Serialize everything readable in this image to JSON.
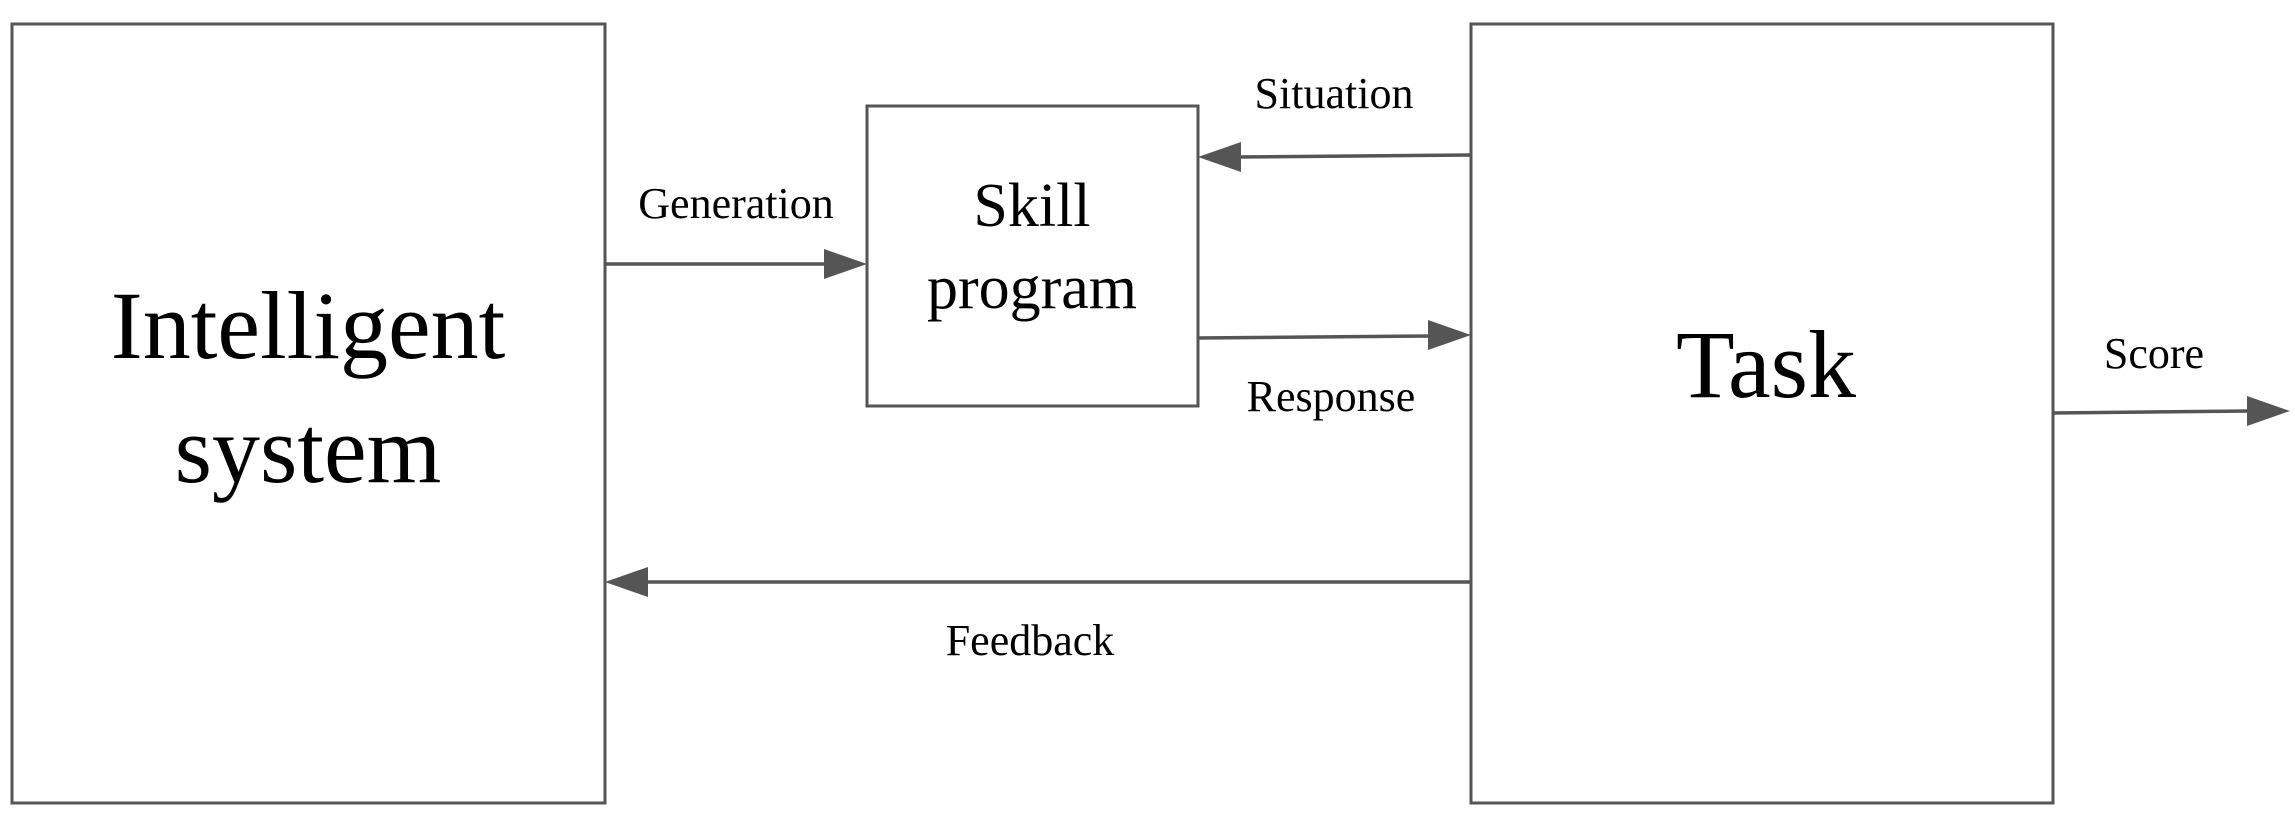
{
  "nodes": {
    "intelligent_system": {
      "line1": "Intelligent",
      "line2": "system"
    },
    "skill_program": {
      "line1": "Skill",
      "line2": "program"
    },
    "task": {
      "label": "Task"
    }
  },
  "edges": {
    "generation": "Generation",
    "situation": "Situation",
    "response": "Response",
    "feedback": "Feedback",
    "score": "Score"
  },
  "colors": {
    "stroke": "#555555",
    "text": "#000000",
    "background": "#ffffff"
  }
}
